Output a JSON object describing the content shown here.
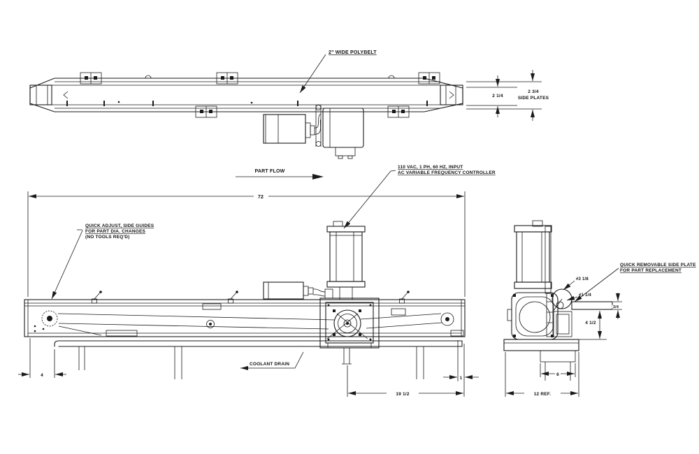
{
  "colors": {
    "line": "#1a1a1a",
    "background": "#ffffff"
  },
  "labels": {
    "polybelt_note": "2\" WIDE POLYBELT",
    "dim_belt_width": "2 1/4",
    "dim_side_plate_value": "2 3/4",
    "dim_side_plate_caption": "SIDE PLATES",
    "part_flow": "PART FLOW",
    "vfd_line1": "110 VAC, 1 PH, 60 HZ, INPUT",
    "vfd_line2": "AC VARIABLE FREQUENCY CONTROLLER",
    "dim_overall_length": "72",
    "quick_adjust_line1": "QUICK ADJUST, SIDE GUIDES",
    "quick_adjust_line2": "FOR PART DIA. CHANGES",
    "quick_adjust_line3": "(NO TOOLS REQ'D)",
    "quick_removable_line1": "QUICK REMOVABLE SIDE PLATE",
    "quick_removable_line2": "FOR PART REPLACEMENT",
    "dia_pulley": "#3 1/8",
    "dia_shaft": "#1 1/4",
    "dim_plate_thickness": "3/4",
    "dim_pulley_height": "4 1/2",
    "coolant_drain": "COOLANT DRAIN",
    "dim_tail": "4",
    "dim_drive_offset": "19 1/2",
    "dim_one": "1",
    "dim_stand_width": "6",
    "dim_base_ref": "12 REF."
  }
}
